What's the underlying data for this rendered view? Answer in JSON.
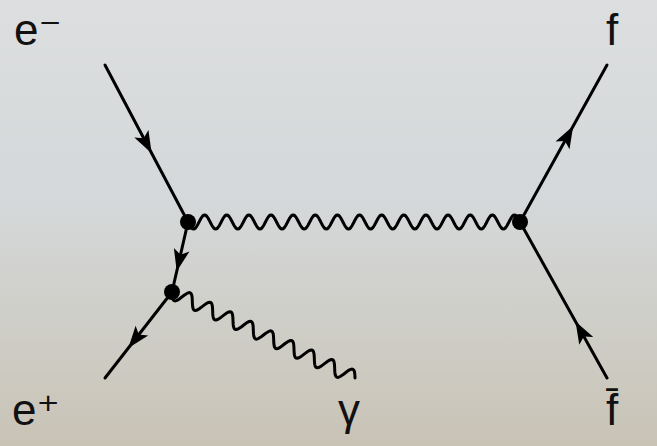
{
  "diagram": {
    "labels": [
      "e⁻",
      "f",
      "e⁺",
      "γ",
      "f̄"
    ]
  }
}
